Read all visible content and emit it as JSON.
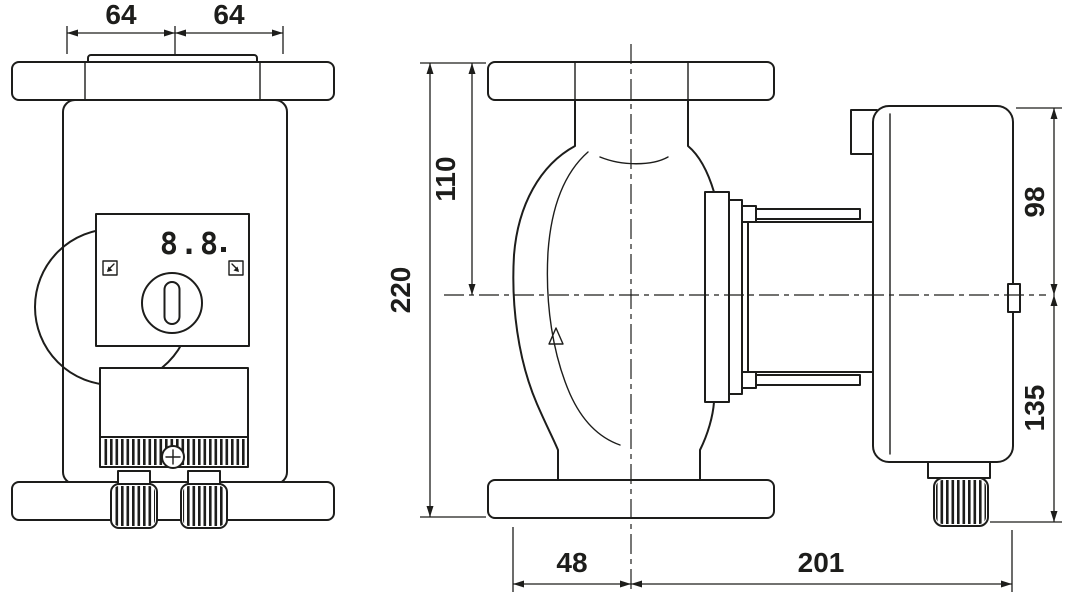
{
  "drawing": {
    "display_value": "8.8",
    "dimensions": {
      "flange_left": "64",
      "flange_right": "64",
      "height_total": "220",
      "height_port_to_axis": "110",
      "axis_to_module_top": "98",
      "axis_to_module_bottom": "135",
      "axis_to_front": "48",
      "axis_to_back": "201"
    },
    "colors": {
      "line": "#1d1d1b",
      "background": "#ffffff"
    }
  }
}
